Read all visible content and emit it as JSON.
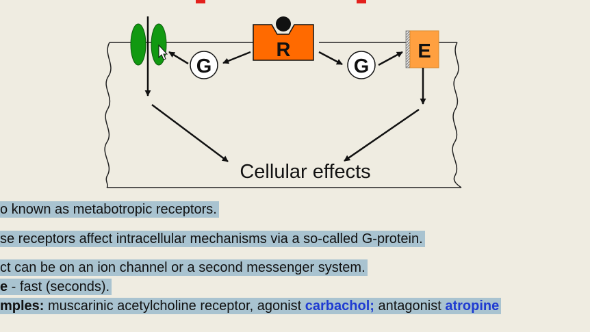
{
  "diagram": {
    "receptor_label": "R",
    "gprotein_left_label": "G",
    "gprotein_right_label": "G",
    "effector_label": "E",
    "cellular_effects_label": "Cellular effects"
  },
  "bullets": {
    "line1": "o known as metabotropic receptors.",
    "line2": "se receptors affect intracellular mechanisms via a so-called G-protein.",
    "line3": "ct can be on an ion channel or a second messenger system.",
    "line4_bold": "e",
    "line4_rest": " - fast (seconds).",
    "line5_bold": "mples:",
    "line5_text1": " muscarinic acetylcholine receptor, agonist ",
    "line5_drug1": "carbachol;",
    "line5_text2": " antagonist ",
    "line5_drug2": "atropine"
  },
  "colors": {
    "title_red": "#e3201c",
    "receptor_orange": "#ff6a00",
    "effector_orange": "#ffa040",
    "channel_green": "#119911",
    "highlight_blue": "#a9c3d0",
    "drug_blue": "#1f3bd1"
  }
}
